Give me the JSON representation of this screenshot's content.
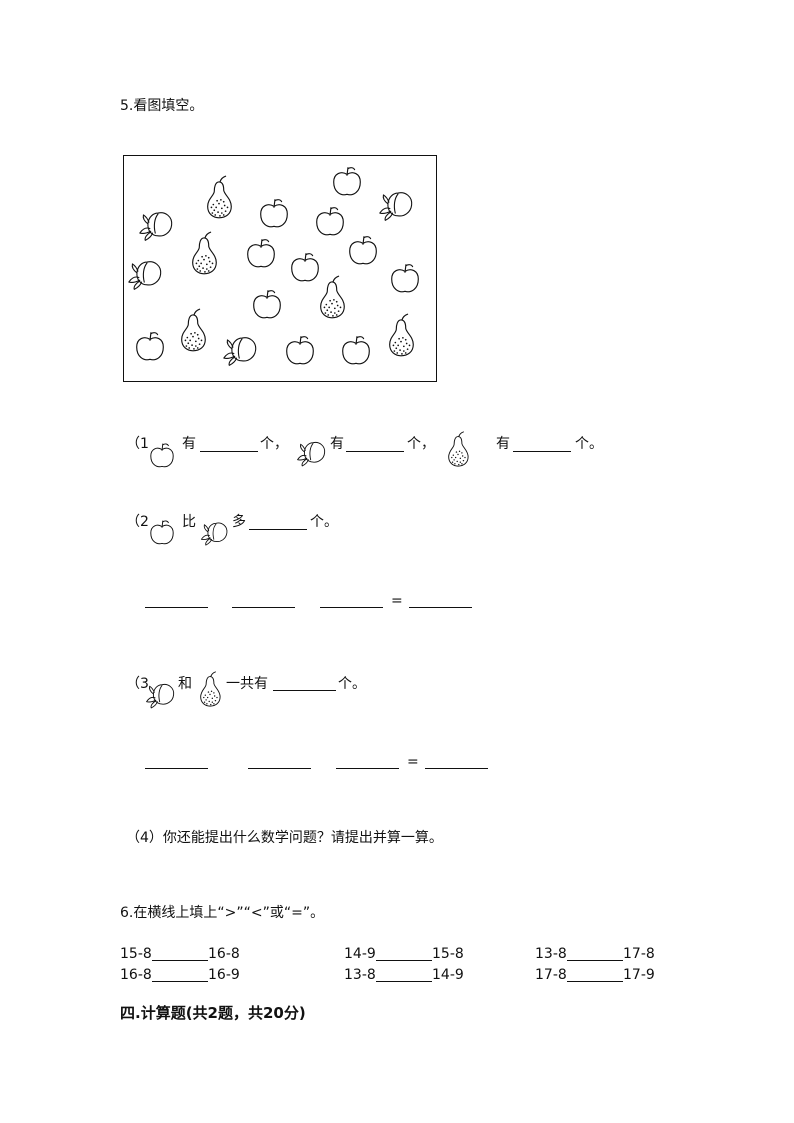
{
  "q5": {
    "title": "5.看图填空。",
    "sub1": {
      "open": "（1",
      "has_a": "有",
      "unit_a": "个，",
      "has_b": "有",
      "unit_b": "个，",
      "has_c": "有",
      "unit_c": "个。"
    },
    "sub2": {
      "open": "（2",
      "bi": "比",
      "duo": "多",
      "unit": "个。",
      "eq": "="
    },
    "sub3": {
      "open": "（3",
      "he": "和",
      "total": "一共有",
      "unit": "个。",
      "eq": "="
    },
    "sub4": "（4）你还能提出什么数学问题？请提出并算一算。"
  },
  "q6": {
    "title": "6.在横线上填上“>”“<”或“=”。",
    "rows": [
      [
        {
          "l": "15-8",
          "r": "16-8"
        },
        {
          "l": "14-9",
          "r": "15-8"
        },
        {
          "l": "13-8",
          "r": "17-8"
        }
      ],
      [
        {
          "l": "16-8",
          "r": "16-9"
        },
        {
          "l": "13-8",
          "r": "14-9"
        },
        {
          "l": "17-8",
          "r": "17-9"
        }
      ]
    ]
  },
  "section4": "四.计算题(共2题，共20分)",
  "icons": {
    "apple": "apple-icon",
    "peach": "peach-icon",
    "pear": "pear-icon"
  }
}
